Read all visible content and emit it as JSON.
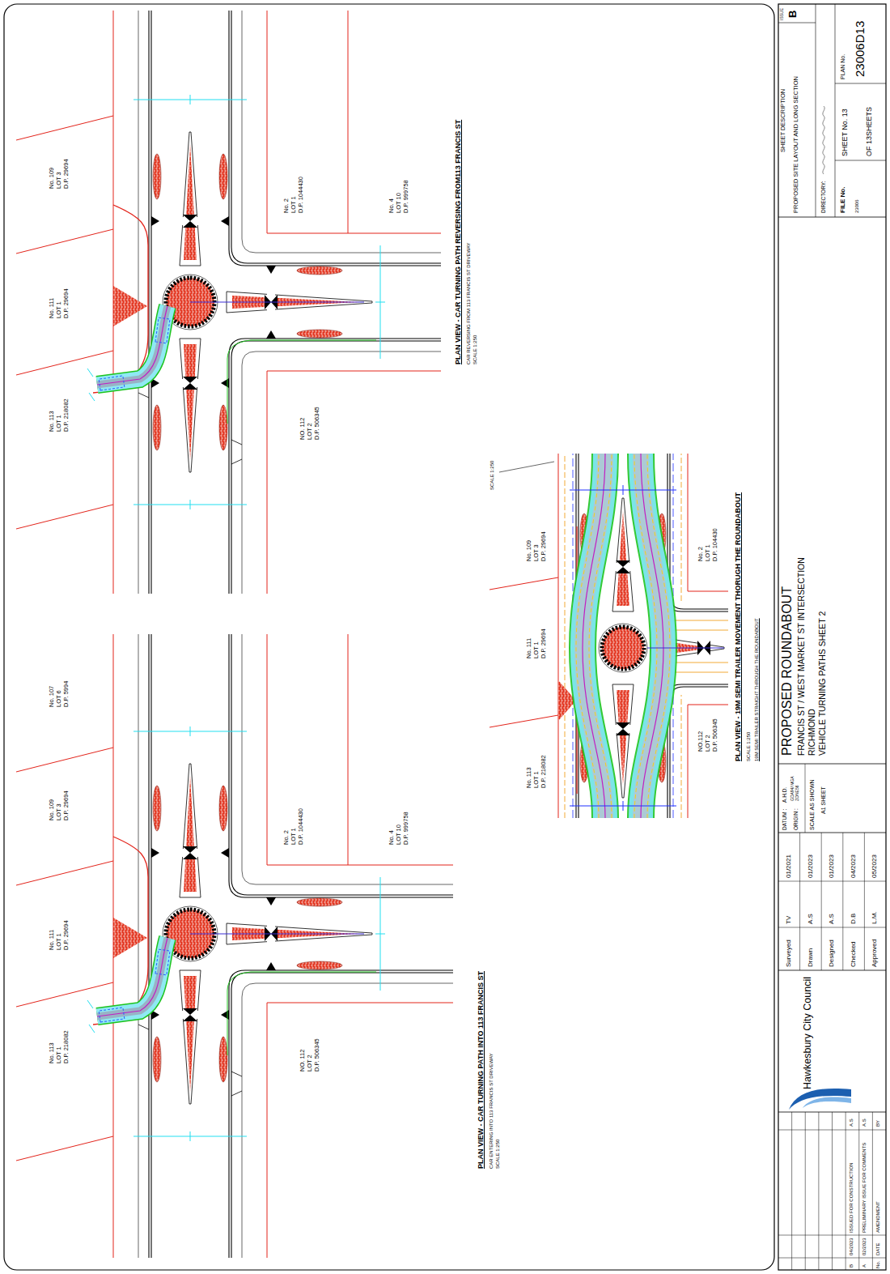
{
  "diagram": {
    "labels": [
      "No. 113",
      "LOT 1",
      "D.P. 218082",
      "No. 111",
      "LOT 1",
      "D.P. 29694",
      "No. 109",
      "LOT 3",
      "D.P. 29694",
      "No. 107",
      "LOT 6",
      "D.P. 5994",
      "NO. 112",
      "LOT 2",
      "D.P. 506345",
      "No. 2",
      "LOT 1",
      "D.P. 1044430",
      "No. 4",
      "LOT 10",
      "D.P. 999758",
      "PLAN VIEW - CAR TURNING PATH INTO 113 FRANCIS ST",
      "CAR ENTERING INTO 113 FRANCIS ST DRIVEWAY",
      "SCALE 1:250",
      "No. 113",
      "LOT 1",
      "D.P. 218082",
      "No. 111",
      "LOT 1",
      "D.P. 29694",
      "No. 109",
      "LOT 3",
      "D.P. 29694",
      "NO. 112",
      "LOT 2",
      "D.P. 506345",
      "No. 2",
      "LOT 1",
      "D.P. 1044430",
      "No. 4",
      "LOT 10",
      "D.P. 999758",
      "PLAN VIEW - CAR TURNING PATH REVERSING FROM113 FRANCIS ST",
      "CAR REVERSING FROM 113 FRANCIS ST DRIVEWAY",
      "SCALE 1:250",
      "No. 113",
      "LOT 1",
      "D.P. 218082",
      "No. 111",
      "LOT 1",
      "D.P. 29694",
      "No. 109",
      "LOT 3",
      "D.P. 29694",
      "NO.112",
      "LOT 2",
      "D.P. 506345",
      "No. 2",
      "LOT 1",
      "D.P. 104430",
      "SCALE 1:250",
      "PLAN VIEW - 19M SEMI TRAILER MOVEMENT THORUGH THE ROUNDABOUT",
      "SCALE 1:250",
      "19M SEMI TRAILER STRAIGHT THROUGH THE ROUNDABOUT",
      "Hawkesbury City Council",
      "Surveyed",
      "TV",
      "01/2021",
      "Drawn",
      "A.S",
      "01/2023",
      "Designed",
      "A.S",
      "01/2023",
      "Checked",
      "D.B",
      "04/2023",
      "Approved",
      "L.M.",
      "05/2023",
      "DATUM :",
      "A.H.D.",
      "ORIGIN :",
      "GDA94/ MGA ZONE56",
      "SCALE AS SHOWN",
      "A1 SHEET",
      "PROPOSED ROUNDABOUT",
      "FRANCIS ST / WEST MARKET ST INTERSECTION",
      "RICHMOND",
      "VEHICLE TURNING PATHS SHEET 2",
      "SHEET DESCRIPTION",
      "PROPOSED SITE LAYOUT AND LONG SECTION",
      "ISSUE",
      "B",
      "DIRECTORY:",
      "FILE No.",
      "23006",
      "SHEET No. 13",
      "OF 13SHEETS",
      "PLAN No.",
      "23006D13",
      "B",
      "04/2023",
      "ISSUED FOR CONSTRUCTION",
      "A.S",
      "A",
      "02/2023",
      "PRELIMINARY ISSUE FOR COMMENTS",
      "A.S",
      "No.",
      "DATE",
      "AMENDMENT",
      "BY"
    ]
  }
}
